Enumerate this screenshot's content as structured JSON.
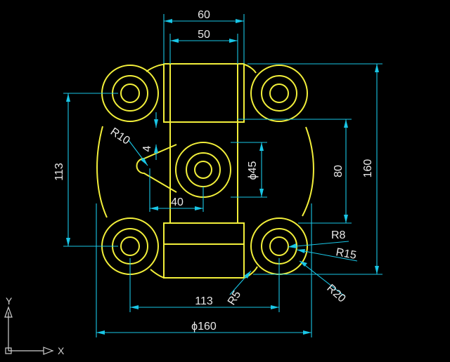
{
  "drawing": {
    "dimensions": {
      "top_outer_width": "60",
      "top_inner_width": "50",
      "left_height": "113",
      "right_height_160": "160",
      "right_height_80": "80",
      "bottom_width_113": "113",
      "bottom_diameter_160": "ϕ160",
      "radius_r10": "R10",
      "small_4": "4",
      "dim_40": "40",
      "diameter_45": "ϕ45",
      "radius_r8": "R8",
      "radius_r15": "R15",
      "radius_r20": "R20",
      "radius_r5": "R5"
    },
    "ucs": {
      "x_label": "X",
      "y_label": "Y"
    }
  },
  "colors": {
    "background": "#000000",
    "geometry": "#f2ef3a",
    "dimension": "#19c6e6",
    "text": "#e8e8e8",
    "ucs": "#cfcfcf"
  }
}
